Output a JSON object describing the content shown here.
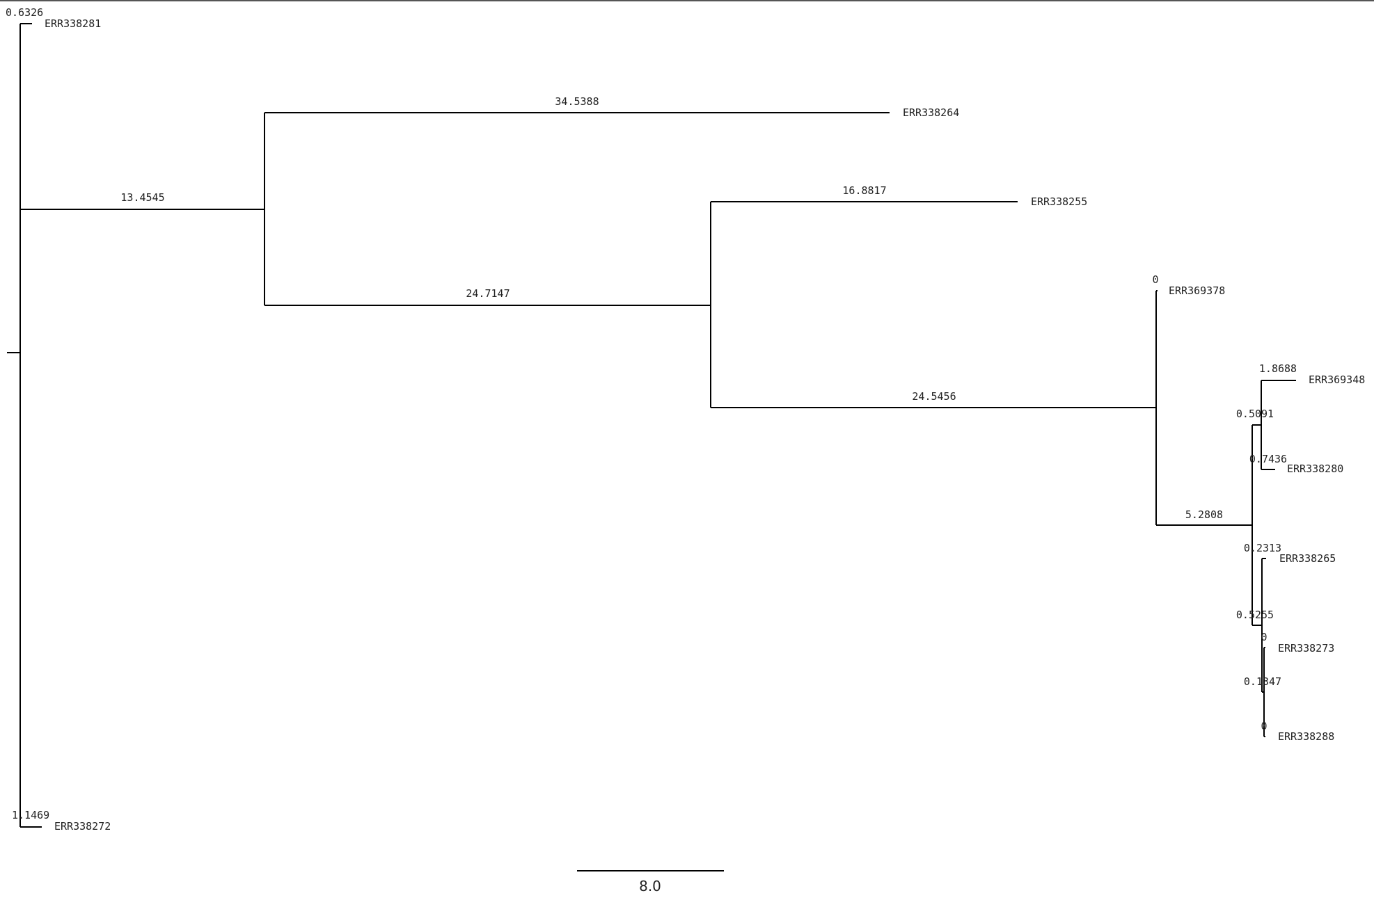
{
  "tree": {
    "scale_bar_label": "8.0",
    "scale_bar_value": 8.0,
    "leaves": [
      {
        "id": "ERR338281",
        "label": "ERR338281"
      },
      {
        "id": "ERR338264",
        "label": "ERR338264"
      },
      {
        "id": "ERR338255",
        "label": "ERR338255"
      },
      {
        "id": "ERR369378",
        "label": "ERR369378"
      },
      {
        "id": "ERR369348",
        "label": "ERR369348"
      },
      {
        "id": "ERR338280",
        "label": "ERR338280"
      },
      {
        "id": "ERR338265",
        "label": "ERR338265"
      },
      {
        "id": "ERR338273",
        "label": "ERR338273"
      },
      {
        "id": "ERR338288",
        "label": "ERR338288"
      },
      {
        "id": "ERR338272",
        "label": "ERR338272"
      }
    ],
    "branch_lengths": [
      {
        "id": "b-ERR338281",
        "label": "0.6326"
      },
      {
        "id": "b-cladeA",
        "label": "13.4545"
      },
      {
        "id": "b-ERR338264",
        "label": "34.5388"
      },
      {
        "id": "b-cladeB",
        "label": "24.7147"
      },
      {
        "id": "b-ERR338255",
        "label": "16.8817"
      },
      {
        "id": "b-cladeC",
        "label": "24.5456"
      },
      {
        "id": "b-ERR369378",
        "label": "0"
      },
      {
        "id": "b-cladeD",
        "label": "5.2808"
      },
      {
        "id": "b-cladeE",
        "label": "0.5091"
      },
      {
        "id": "b-ERR369348",
        "label": "1.8688"
      },
      {
        "id": "b-ERR338280",
        "label": "0.7436"
      },
      {
        "id": "b-cladeF",
        "label": "0.5255"
      },
      {
        "id": "b-ERR338265",
        "label": "0.2313"
      },
      {
        "id": "b-cladeG",
        "label": "0.1347"
      },
      {
        "id": "b-ERR338273",
        "label": "0"
      },
      {
        "id": "b-ERR338288",
        "label": "0"
      },
      {
        "id": "b-ERR338272",
        "label": "1.1469"
      }
    ]
  }
}
